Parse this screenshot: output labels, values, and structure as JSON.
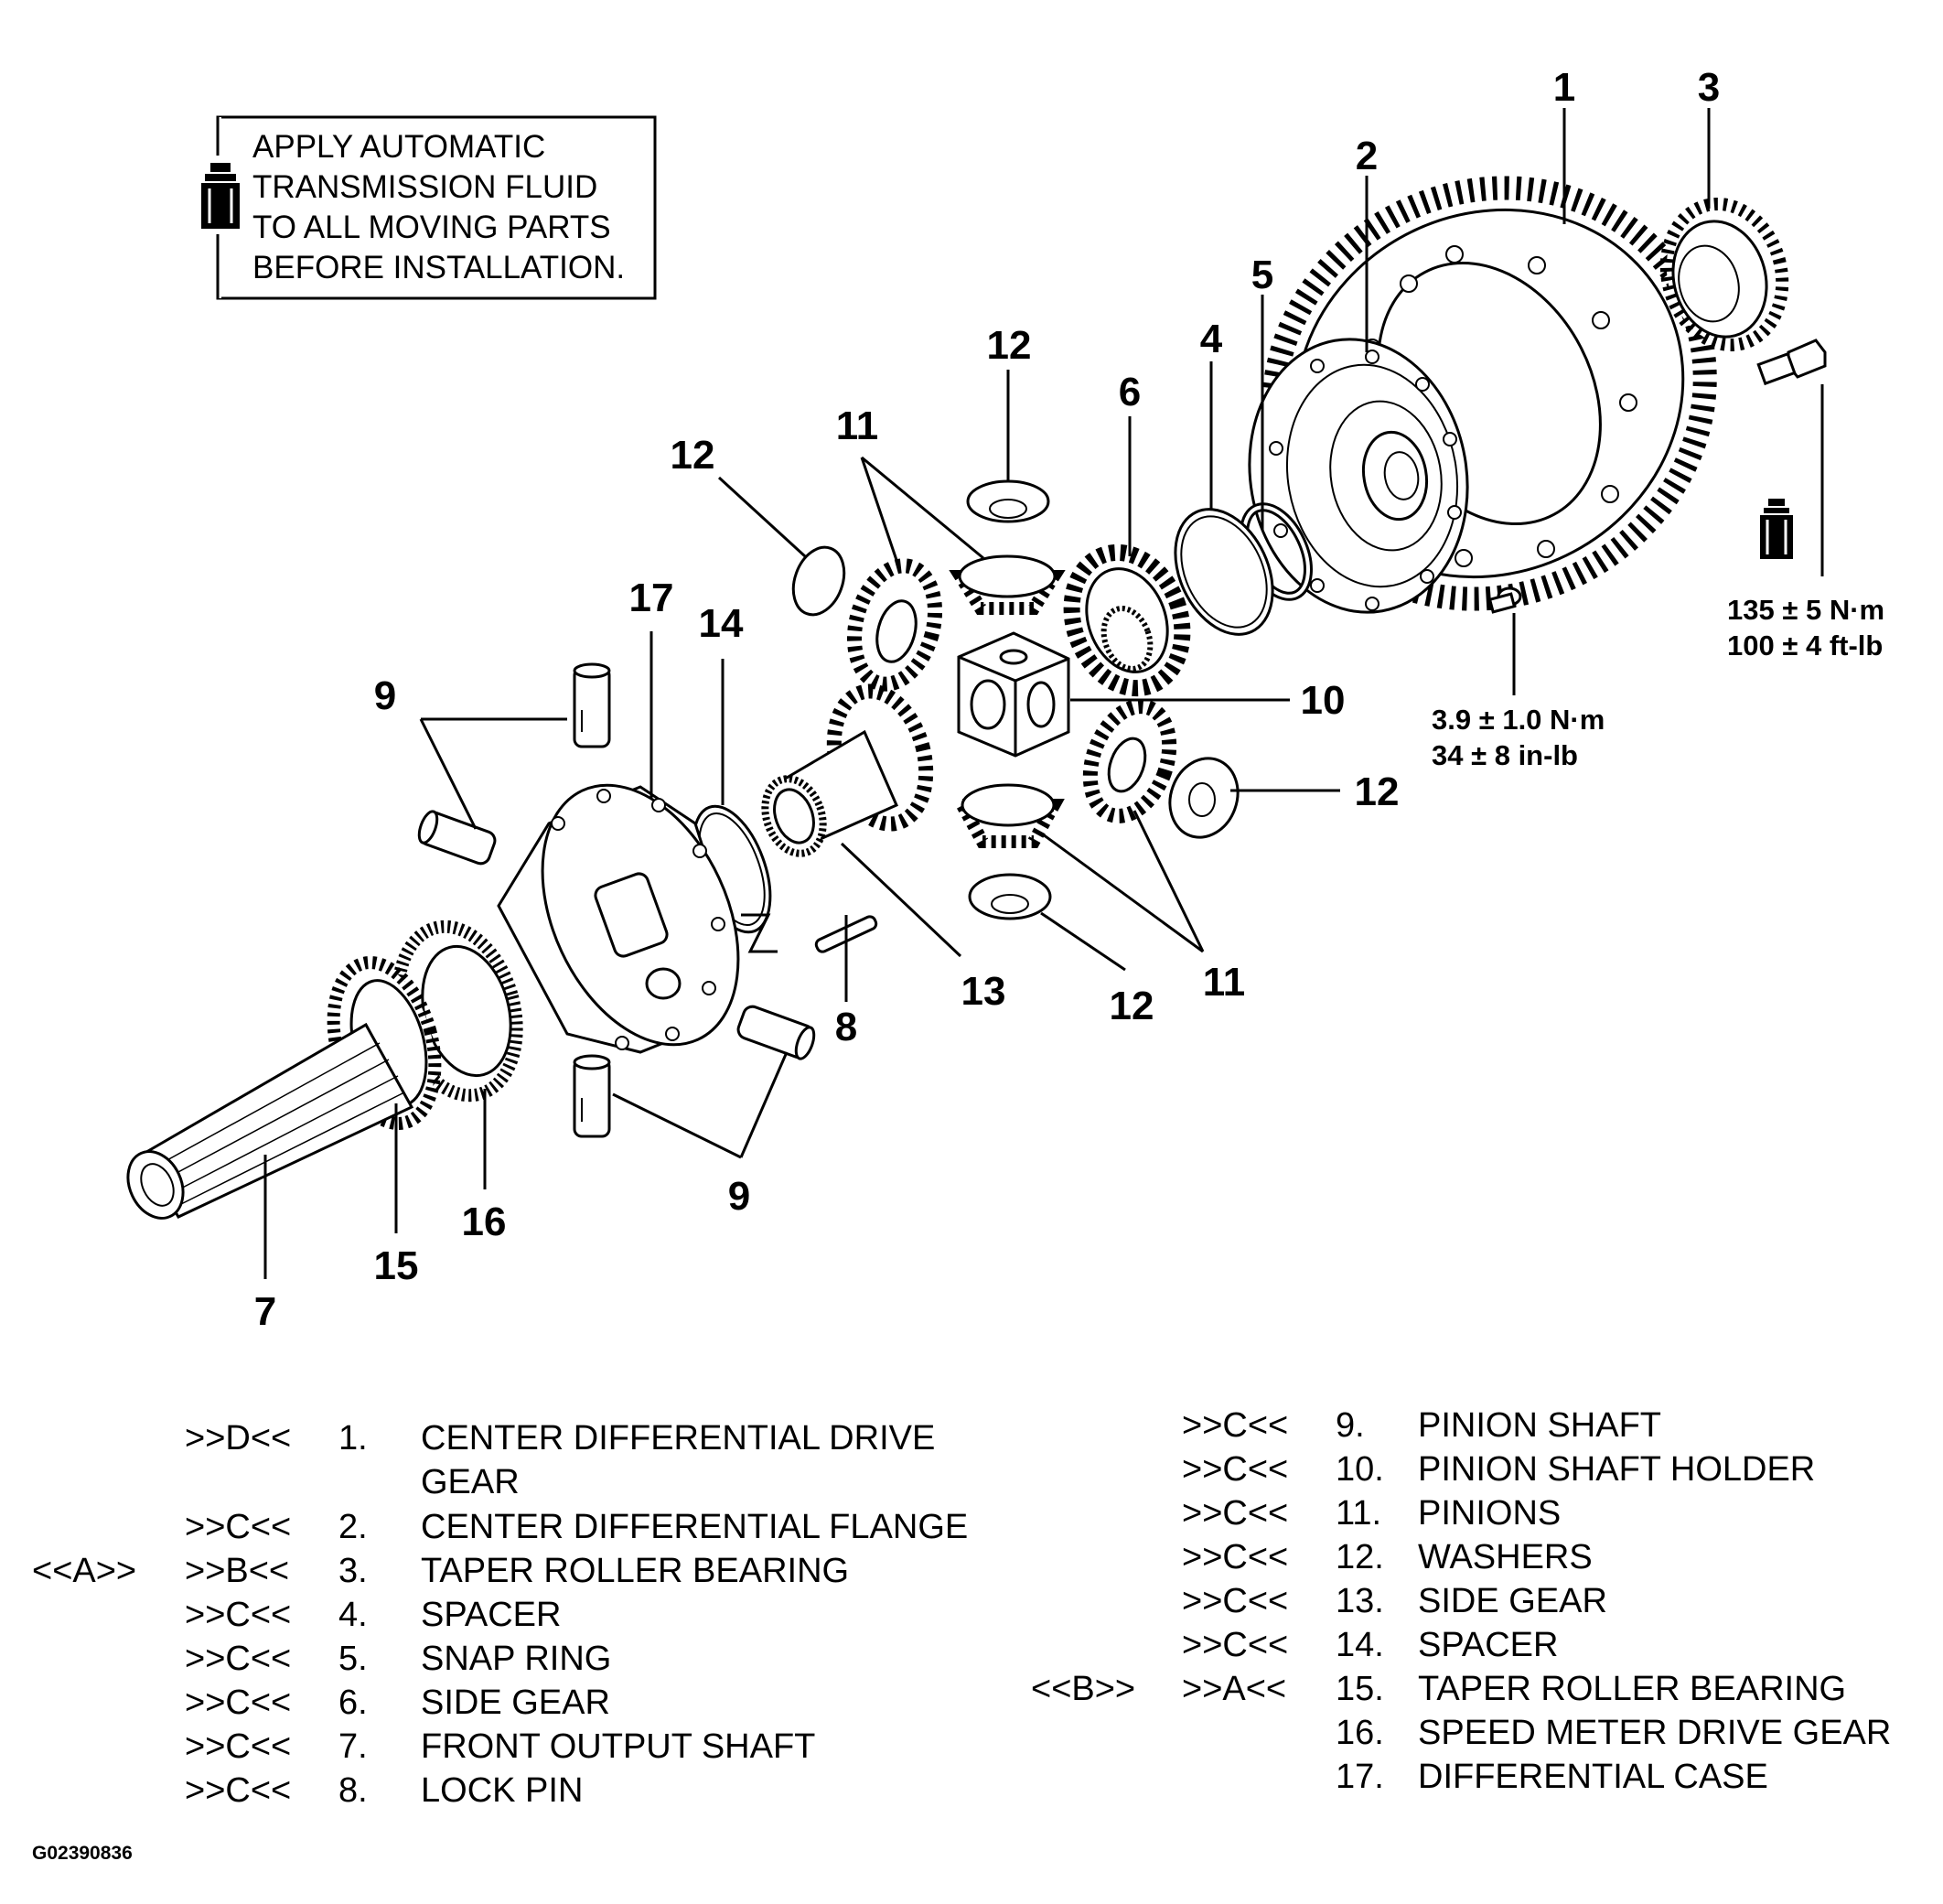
{
  "note": {
    "lines": [
      "APPLY AUTOMATIC",
      "TRANSMISSION FLUID",
      "TO ALL MOVING PARTS",
      "BEFORE INSTALLATION."
    ],
    "icon": "fluid-bottle-icon"
  },
  "callouts": {
    "c1": "1",
    "c2": "2",
    "c3": "3",
    "c4": "4",
    "c5": "5",
    "c6": "6",
    "c7": "7",
    "c8": "8",
    "c9a": "9",
    "c9b": "9",
    "c10": "10",
    "c11a": "11",
    "c11b": "11",
    "c12a": "12",
    "c12b": "12",
    "c12c": "12",
    "c12d": "12",
    "c13": "13",
    "c14": "14",
    "c15": "15",
    "c16": "16",
    "c17": "17"
  },
  "torque": {
    "bolt": {
      "nm": "135 ± 5 N·m",
      "ftlb": "100 ± 4 ft-lb"
    },
    "screw": {
      "nm": "3.9 ± 1.0 N·m",
      "inlb": "34 ± 8 in-lb"
    }
  },
  "legend": {
    "left": [
      {
        "pre": "",
        "mark": ">>D<<",
        "num": "1.",
        "name": "CENTER DIFFERENTIAL DRIVE",
        "name2": "GEAR"
      },
      {
        "pre": "",
        "mark": ">>C<<",
        "num": "2.",
        "name": "CENTER DIFFERENTIAL FLANGE"
      },
      {
        "pre": "<<A>>",
        "mark": ">>B<<",
        "num": "3.",
        "name": "TAPER ROLLER BEARING"
      },
      {
        "pre": "",
        "mark": ">>C<<",
        "num": "4.",
        "name": "SPACER"
      },
      {
        "pre": "",
        "mark": ">>C<<",
        "num": "5.",
        "name": "SNAP RING"
      },
      {
        "pre": "",
        "mark": ">>C<<",
        "num": "6.",
        "name": "SIDE GEAR"
      },
      {
        "pre": "",
        "mark": ">>C<<",
        "num": "7.",
        "name": "FRONT OUTPUT SHAFT"
      },
      {
        "pre": "",
        "mark": ">>C<<",
        "num": "8.",
        "name": "LOCK PIN"
      }
    ],
    "right": [
      {
        "pre": "",
        "mark": ">>C<<",
        "num": "9.",
        "name": "PINION SHAFT"
      },
      {
        "pre": "",
        "mark": ">>C<<",
        "num": "10.",
        "name": "PINION SHAFT HOLDER"
      },
      {
        "pre": "",
        "mark": ">>C<<",
        "num": "11.",
        "name": "PINIONS"
      },
      {
        "pre": "",
        "mark": ">>C<<",
        "num": "12.",
        "name": "WASHERS"
      },
      {
        "pre": "",
        "mark": ">>C<<",
        "num": "13.",
        "name": "SIDE GEAR"
      },
      {
        "pre": "",
        "mark": ">>C<<",
        "num": "14.",
        "name": "SPACER"
      },
      {
        "pre": "<<B>>",
        "mark": ">>A<<",
        "num": "15.",
        "name": "TAPER ROLLER BEARING"
      },
      {
        "pre": "",
        "mark": "",
        "num": "16.",
        "name": "SPEED METER DRIVE GEAR"
      },
      {
        "pre": "",
        "mark": "",
        "num": "17.",
        "name": "DIFFERENTIAL CASE"
      }
    ]
  },
  "figure_id": "G02390836"
}
